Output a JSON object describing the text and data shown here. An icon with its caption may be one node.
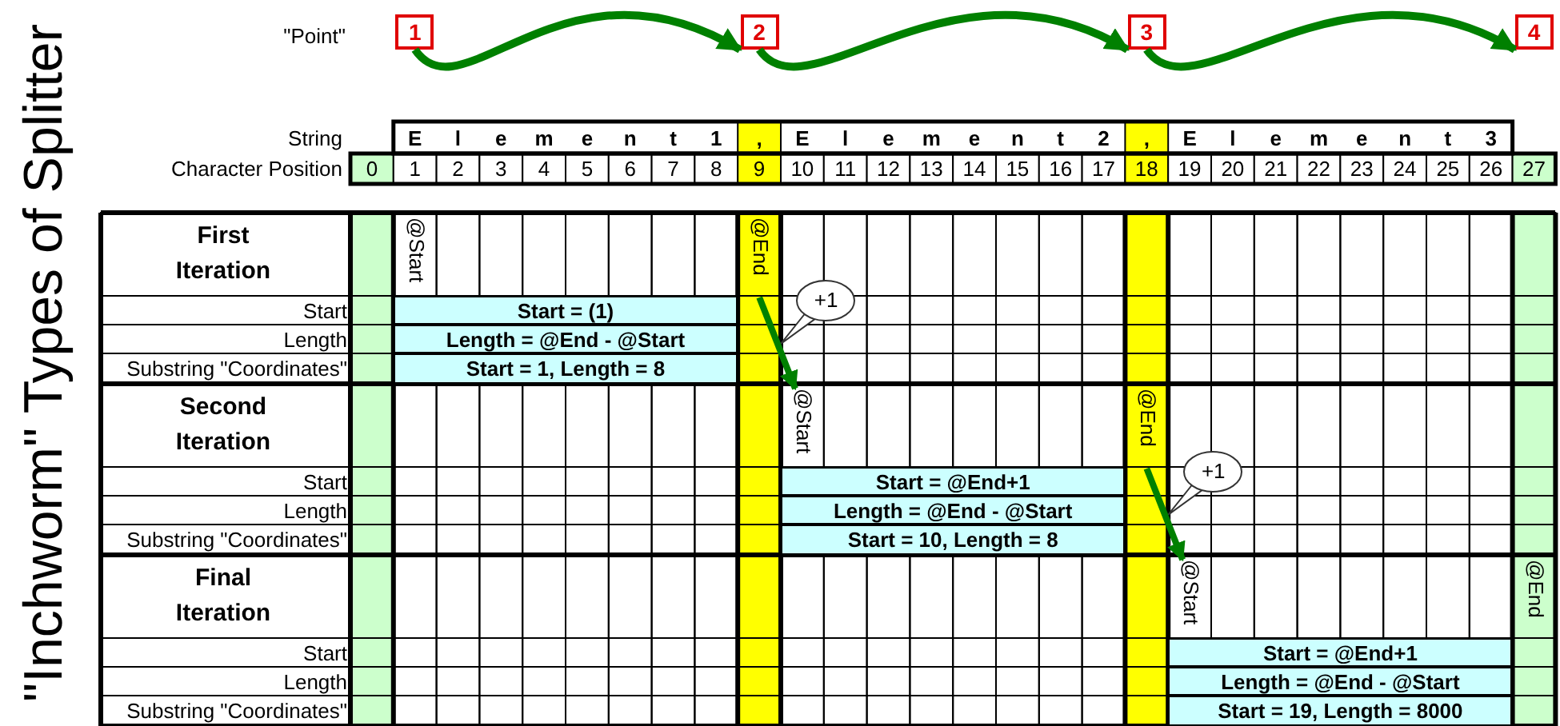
{
  "diagram": {
    "title": "\"Inchworm\" Types of Splitter",
    "nodes": [
      {
        "text": [
          "1"
        ]
      },
      {
        "text": [
          "2"
        ]
      },
      {
        "text": [
          "3"
        ]
      },
      {
        "text": [
          "4"
        ]
      },
      {
        "text": [
          "@Start"
        ]
      },
      {
        "text": [
          "@End"
        ]
      },
      {
        "text": [
          "@Start"
        ]
      },
      {
        "text": [
          "@End"
        ]
      },
      {
        "text": [
          "@Start"
        ]
      },
      {
        "text": [
          "@End"
        ]
      }
    ],
    "edges": [
      {
        "from": 0,
        "to": 1,
        "arrow": "to"
      },
      {
        "from": 1,
        "to": 2,
        "arrow": "to"
      },
      {
        "from": 2,
        "to": 3,
        "arrow": "to"
      },
      {
        "from": 5,
        "to": 6,
        "arrow": "to",
        "label": "+1"
      },
      {
        "from": 7,
        "to": 8,
        "arrow": "to",
        "label": "+1"
      }
    ],
    "labels": [
      "\"Point\"",
      "String",
      "E",
      "l",
      "e",
      "m",
      "e",
      "n",
      "t",
      "1",
      ",",
      "E",
      "l",
      "e",
      "m",
      "e",
      "n",
      "t",
      "2",
      ",",
      "E",
      "l",
      "e",
      "m",
      "e",
      "n",
      "t",
      "3",
      "Character Position",
      "0",
      "1",
      "2",
      "3",
      "4",
      "5",
      "6",
      "7",
      "8",
      "9",
      "10",
      "11",
      "12",
      "13",
      "14",
      "15",
      "16",
      "17",
      "18",
      "19",
      "20",
      "21",
      "22",
      "23",
      "24",
      "25",
      "26",
      "27",
      "First Iteration",
      "Start",
      "Start = (1)",
      "Length",
      "Length = @End - @Start",
      "Substring \"Coordinates\"",
      "Start = 1, Length = 8",
      "Second Iteration",
      "Start",
      "Start = @End+1",
      "Length",
      "Length = @End - @Start",
      "Substring \"Coordinates\"",
      "Start = 10, Length = 8",
      "Final Iteration",
      "Start",
      "Start = @End+1",
      "Length",
      "Length = @End - @Start",
      "Substring \"Coordinates\"",
      "Start = 19, Length = 8000"
    ]
  }
}
